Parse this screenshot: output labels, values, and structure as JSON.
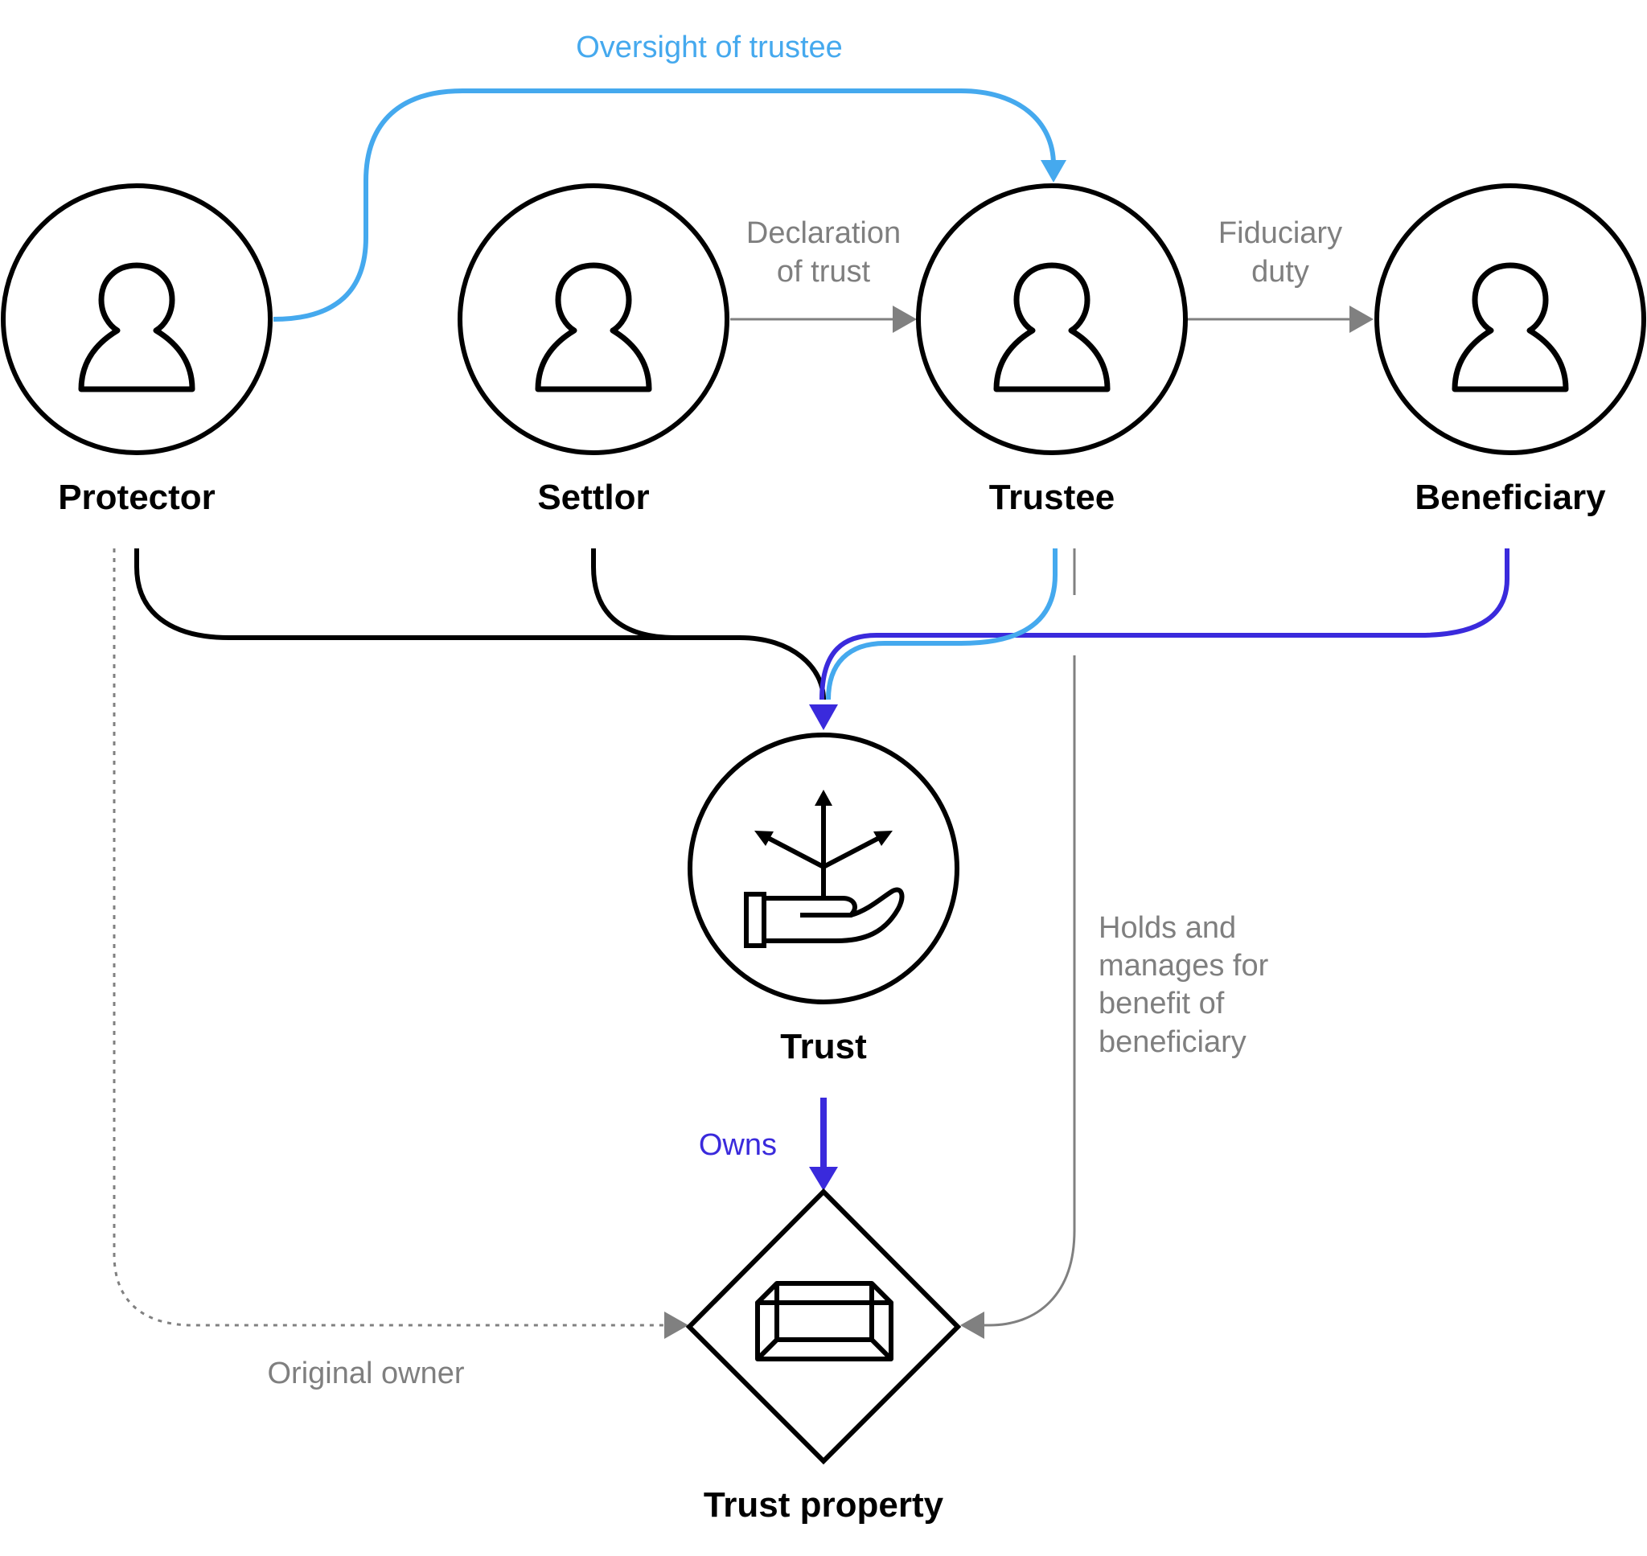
{
  "nodes": {
    "protector": {
      "label": "Protector",
      "icon": "person-icon"
    },
    "settlor": {
      "label": "Settlor",
      "icon": "person-icon"
    },
    "trustee": {
      "label": "Trustee",
      "icon": "person-icon"
    },
    "beneficiary": {
      "label": "Beneficiary",
      "icon": "person-icon"
    },
    "trust": {
      "label": "Trust",
      "icon": "hand-branching-arrows-icon"
    },
    "trust_property": {
      "label": "Trust property",
      "icon": "gold-bar-icon"
    }
  },
  "edges": {
    "oversight": "Oversight of trustee",
    "declaration_line1": "Declaration",
    "declaration_line2": "of trust",
    "fiduciary_line1": "Fiduciary",
    "fiduciary_line2": "duty",
    "owns": "Owns",
    "holds_line1": "Holds and",
    "holds_line2": "manages for",
    "holds_line3": "benefit of",
    "holds_line4": "beneficiary",
    "original_owner": "Original owner"
  },
  "colors": {
    "black": "#000000",
    "gray": "#808080",
    "light_blue": "#45a9ee",
    "indigo": "#3a2adc"
  }
}
